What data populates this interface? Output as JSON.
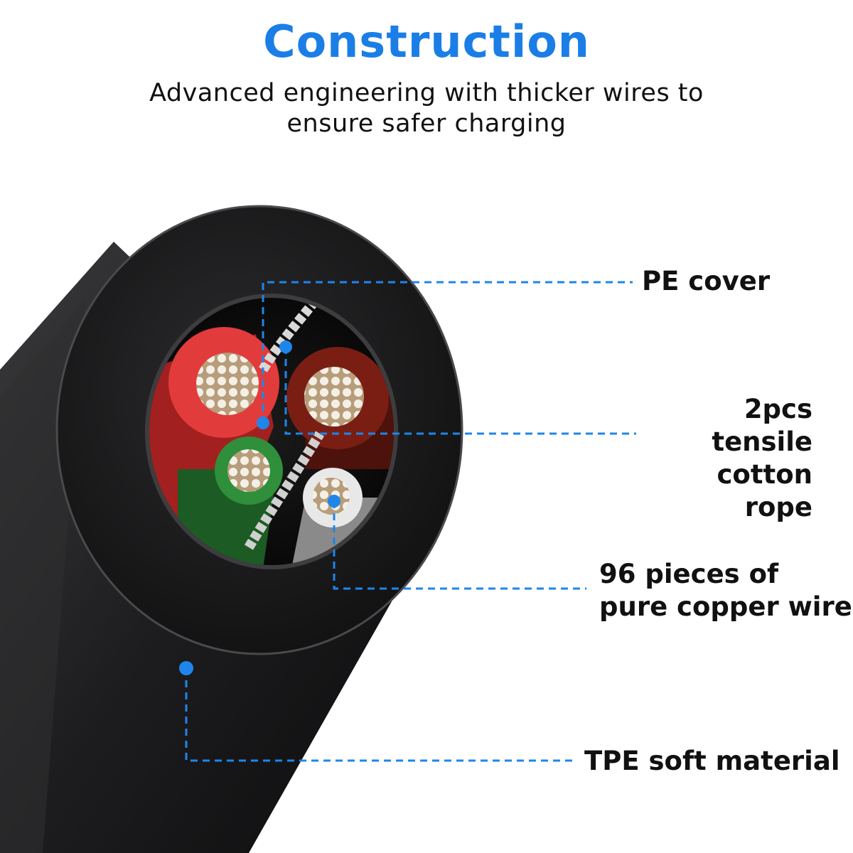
{
  "header": {
    "title": "Construction",
    "subtitle_lines": [
      "Advanced engineering with thicker wires to",
      "ensure safer charging"
    ]
  },
  "labels": {
    "pe_cover": "PE cover",
    "cotton_rope": [
      "2pcs tensile",
      "cotton rope"
    ],
    "copper_wire": [
      "96 pieces of",
      "pure copper wire"
    ],
    "tpe_material": "TPE soft material"
  },
  "colors": {
    "title": "#1a7ee6",
    "leader_line": "#1e86ea",
    "jacket": "#1f1f21",
    "red_wire": "#e23b3b",
    "brown_wire": "#7a1e14",
    "green_wire": "#2f8f3a",
    "white_wire": "#e8e8e8"
  }
}
